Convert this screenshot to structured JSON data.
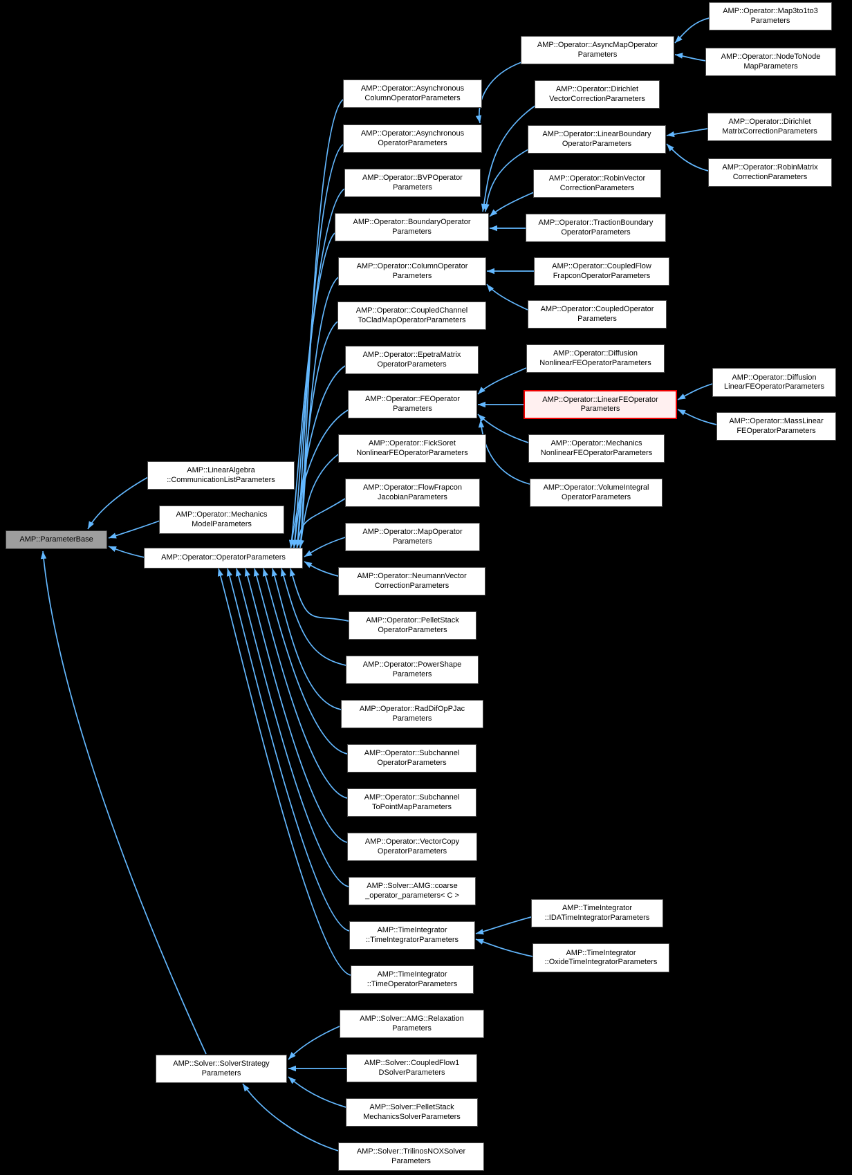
{
  "colors": {
    "background": "#000000",
    "node_fill": "#ffffff",
    "node_border": "#4d4d4d",
    "node_text": "#000000",
    "edge": "#63b8ff",
    "root_fill": "#9e9e9e",
    "highlight_fill": "#fff0f0",
    "highlight_border": "#ee0000"
  },
  "diagram": {
    "type": "inheritance-graph",
    "nodes": [
      {
        "id": "parameter_base",
        "label": [
          "AMP::ParameterBase"
        ],
        "variant": "root"
      },
      {
        "id": "comm_list",
        "label": [
          "AMP::LinearAlgebra",
          "::CommunicationListParameters"
        ],
        "variant": "default"
      },
      {
        "id": "mech_model",
        "label": [
          "AMP::Operator::Mechanics",
          "ModelParameters"
        ],
        "variant": "default"
      },
      {
        "id": "operator_params",
        "label": [
          "AMP::Operator::OperatorParameters"
        ],
        "variant": "default"
      },
      {
        "id": "async_column",
        "label": [
          "AMP::Operator::Asynchronous",
          "ColumnOperatorParameters"
        ],
        "variant": "default"
      },
      {
        "id": "async_op",
        "label": [
          "AMP::Operator::Asynchronous",
          "OperatorParameters"
        ],
        "variant": "default"
      },
      {
        "id": "bvp",
        "label": [
          "AMP::Operator::BVPOperator",
          "Parameters"
        ],
        "variant": "default"
      },
      {
        "id": "boundary_op",
        "label": [
          "AMP::Operator::BoundaryOperator",
          "Parameters"
        ],
        "variant": "default"
      },
      {
        "id": "column_op",
        "label": [
          "AMP::Operator::ColumnOperator",
          "Parameters"
        ],
        "variant": "default"
      },
      {
        "id": "coupled_channel",
        "label": [
          "AMP::Operator::CoupledChannel",
          "ToCladMapOperatorParameters"
        ],
        "variant": "default"
      },
      {
        "id": "epetra",
        "label": [
          "AMP::Operator::EpetraMatrix",
          "OperatorParameters"
        ],
        "variant": "default"
      },
      {
        "id": "fe_operator",
        "label": [
          "AMP::Operator::FEOperator",
          "Parameters"
        ],
        "variant": "default"
      },
      {
        "id": "ficksoret",
        "label": [
          "AMP::Operator::FickSoret",
          "NonlinearFEOperatorParameters"
        ],
        "variant": "default"
      },
      {
        "id": "flowfrapcon_jac",
        "label": [
          "AMP::Operator::FlowFrapcon",
          "JacobianParameters"
        ],
        "variant": "default"
      },
      {
        "id": "map_op",
        "label": [
          "AMP::Operator::MapOperator",
          "Parameters"
        ],
        "variant": "default"
      },
      {
        "id": "neumann",
        "label": [
          "AMP::Operator::NeumannVector",
          "CorrectionParameters"
        ],
        "variant": "default"
      },
      {
        "id": "pelletstack_op",
        "label": [
          "AMP::Operator::PelletStack",
          "OperatorParameters"
        ],
        "variant": "default"
      },
      {
        "id": "powershape",
        "label": [
          "AMP::Operator::PowerShape",
          "Parameters"
        ],
        "variant": "default"
      },
      {
        "id": "raddif",
        "label": [
          "AMP::Operator::RadDifOpPJac",
          "Parameters"
        ],
        "variant": "default"
      },
      {
        "id": "subchannel_op",
        "label": [
          "AMP::Operator::Subchannel",
          "OperatorParameters"
        ],
        "variant": "default"
      },
      {
        "id": "subchannel_map",
        "label": [
          "AMP::Operator::Subchannel",
          "ToPointMapParameters"
        ],
        "variant": "default"
      },
      {
        "id": "vectorcopy",
        "label": [
          "AMP::Operator::VectorCopy",
          "OperatorParameters"
        ],
        "variant": "default"
      },
      {
        "id": "amg_coarse",
        "label": [
          "AMP::Solver::AMG::coarse",
          "_operator_parameters< C >"
        ],
        "variant": "default"
      },
      {
        "id": "ti_params",
        "label": [
          "AMP::TimeIntegrator",
          "::TimeIntegratorParameters"
        ],
        "variant": "default"
      },
      {
        "id": "ti_op_params",
        "label": [
          "AMP::TimeIntegrator",
          "::TimeOperatorParameters"
        ],
        "variant": "default"
      },
      {
        "id": "amg_relax",
        "label": [
          "AMP::Solver::AMG::Relaxation",
          "Parameters"
        ],
        "variant": "default"
      },
      {
        "id": "coupledflow1d",
        "label": [
          "AMP::Solver::CoupledFlow1",
          "DSolverParameters"
        ],
        "variant": "default"
      },
      {
        "id": "pelletstack_solver",
        "label": [
          "AMP::Solver::PelletStack",
          "MechanicsSolverParameters"
        ],
        "variant": "default"
      },
      {
        "id": "trilinos_nox",
        "label": [
          "AMP::Solver::TrilinosNOXSolver",
          "Parameters"
        ],
        "variant": "default"
      },
      {
        "id": "solver_strategy",
        "label": [
          "AMP::Solver::SolverStrategy",
          "Parameters"
        ],
        "variant": "default"
      },
      {
        "id": "async_map",
        "label": [
          "AMP::Operator::AsyncMapOperator",
          "Parameters"
        ],
        "variant": "default"
      },
      {
        "id": "dirichlet_vec",
        "label": [
          "AMP::Operator::Dirichlet",
          "VectorCorrectionParameters"
        ],
        "variant": "default"
      },
      {
        "id": "linear_boundary",
        "label": [
          "AMP::Operator::LinearBoundary",
          "OperatorParameters"
        ],
        "variant": "default"
      },
      {
        "id": "robin_vec",
        "label": [
          "AMP::Operator::RobinVector",
          "CorrectionParameters"
        ],
        "variant": "default"
      },
      {
        "id": "traction",
        "label": [
          "AMP::Operator::TractionBoundary",
          "OperatorParameters"
        ],
        "variant": "default"
      },
      {
        "id": "coupledflow_frapcon",
        "label": [
          "AMP::Operator::CoupledFlow",
          "FrapconOperatorParameters"
        ],
        "variant": "default"
      },
      {
        "id": "coupled_op",
        "label": [
          "AMP::Operator::CoupledOperator",
          "Parameters"
        ],
        "variant": "default"
      },
      {
        "id": "diffusion_nonlinear",
        "label": [
          "AMP::Operator::Diffusion",
          "NonlinearFEOperatorParameters"
        ],
        "variant": "default"
      },
      {
        "id": "linear_fe",
        "label": [
          "AMP::Operator::LinearFEOperator",
          "Parameters"
        ],
        "variant": "highlight"
      },
      {
        "id": "mechanics_nonlinear",
        "label": [
          "AMP::Operator::Mechanics",
          "NonlinearFEOperatorParameters"
        ],
        "variant": "default"
      },
      {
        "id": "volume_integral",
        "label": [
          "AMP::Operator::VolumeIntegral",
          "OperatorParameters"
        ],
        "variant": "default"
      },
      {
        "id": "ida",
        "label": [
          "AMP::TimeIntegrator",
          "::IDATimeIntegratorParameters"
        ],
        "variant": "default"
      },
      {
        "id": "oxide",
        "label": [
          "AMP::TimeIntegrator",
          "::OxideTimeIntegratorParameters"
        ],
        "variant": "default"
      },
      {
        "id": "map3to1to3",
        "label": [
          "AMP::Operator::Map3to1to3",
          "Parameters"
        ],
        "variant": "default"
      },
      {
        "id": "nodetonode",
        "label": [
          "AMP::Operator::NodeToNode",
          "MapParameters"
        ],
        "variant": "default"
      },
      {
        "id": "dirichlet_matrix",
        "label": [
          "AMP::Operator::Dirichlet",
          "MatrixCorrectionParameters"
        ],
        "variant": "default"
      },
      {
        "id": "robin_matrix",
        "label": [
          "AMP::Operator::RobinMatrix",
          "CorrectionParameters"
        ],
        "variant": "default"
      },
      {
        "id": "diffusion_linear",
        "label": [
          "AMP::Operator::Diffusion",
          "LinearFEOperatorParameters"
        ],
        "variant": "default"
      },
      {
        "id": "mass_linear",
        "label": [
          "AMP::Operator::MassLinear",
          "FEOperatorParameters"
        ],
        "variant": "default"
      }
    ],
    "edges": [
      [
        "comm_list",
        "parameter_base"
      ],
      [
        "mech_model",
        "parameter_base"
      ],
      [
        "operator_params",
        "parameter_base"
      ],
      [
        "solver_strategy",
        "parameter_base"
      ],
      [
        "async_column",
        "operator_params"
      ],
      [
        "async_op",
        "operator_params"
      ],
      [
        "bvp",
        "operator_params"
      ],
      [
        "boundary_op",
        "operator_params"
      ],
      [
        "column_op",
        "operator_params"
      ],
      [
        "coupled_channel",
        "operator_params"
      ],
      [
        "epetra",
        "operator_params"
      ],
      [
        "fe_operator",
        "operator_params"
      ],
      [
        "ficksoret",
        "operator_params"
      ],
      [
        "flowfrapcon_jac",
        "operator_params"
      ],
      [
        "map_op",
        "operator_params"
      ],
      [
        "neumann",
        "operator_params"
      ],
      [
        "pelletstack_op",
        "operator_params"
      ],
      [
        "powershape",
        "operator_params"
      ],
      [
        "raddif",
        "operator_params"
      ],
      [
        "subchannel_op",
        "operator_params"
      ],
      [
        "subchannel_map",
        "operator_params"
      ],
      [
        "vectorcopy",
        "operator_params"
      ],
      [
        "amg_coarse",
        "operator_params"
      ],
      [
        "ti_params",
        "operator_params"
      ],
      [
        "ti_op_params",
        "operator_params"
      ],
      [
        "map3to1to3",
        "async_map"
      ],
      [
        "nodetonode",
        "async_map"
      ],
      [
        "async_map",
        "async_op"
      ],
      [
        "dirichlet_vec",
        "boundary_op"
      ],
      [
        "linear_boundary",
        "boundary_op"
      ],
      [
        "robin_vec",
        "boundary_op"
      ],
      [
        "traction",
        "boundary_op"
      ],
      [
        "dirichlet_matrix",
        "linear_boundary"
      ],
      [
        "robin_matrix",
        "linear_boundary"
      ],
      [
        "coupledflow_frapcon",
        "column_op"
      ],
      [
        "coupled_op",
        "column_op"
      ],
      [
        "diffusion_nonlinear",
        "fe_operator"
      ],
      [
        "linear_fe",
        "fe_operator"
      ],
      [
        "mechanics_nonlinear",
        "fe_operator"
      ],
      [
        "volume_integral",
        "fe_operator"
      ],
      [
        "diffusion_linear",
        "linear_fe"
      ],
      [
        "mass_linear",
        "linear_fe"
      ],
      [
        "ida",
        "ti_params"
      ],
      [
        "oxide",
        "ti_params"
      ],
      [
        "amg_relax",
        "solver_strategy"
      ],
      [
        "coupledflow1d",
        "solver_strategy"
      ],
      [
        "pelletstack_solver",
        "solver_strategy"
      ],
      [
        "trilinos_nox",
        "solver_strategy"
      ]
    ]
  }
}
